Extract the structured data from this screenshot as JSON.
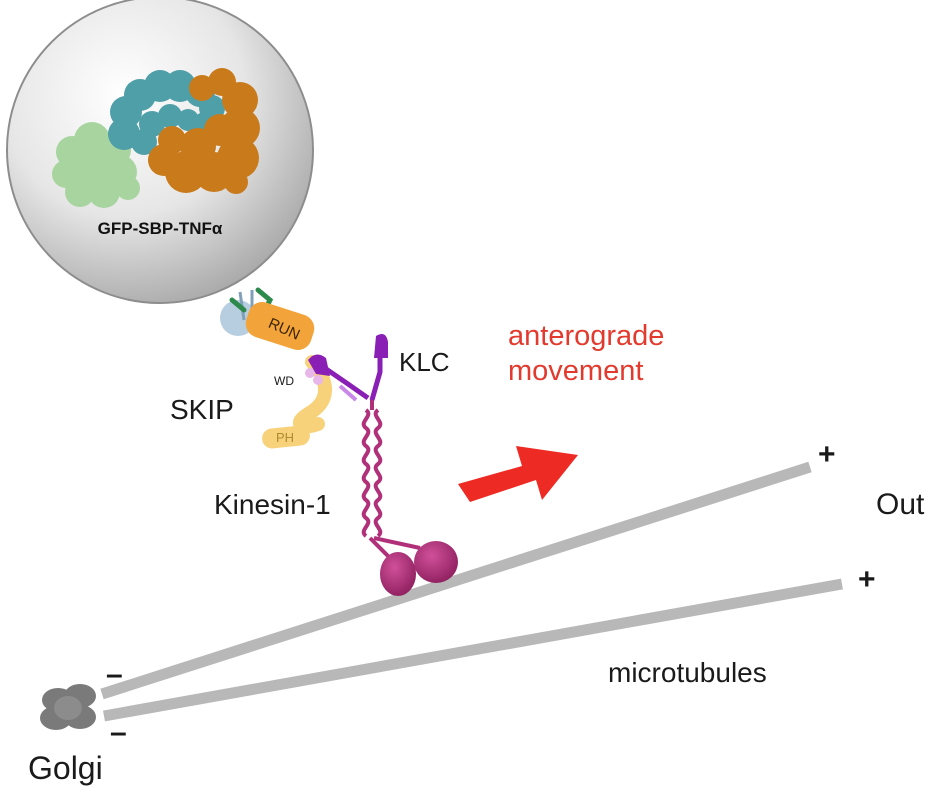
{
  "labels": {
    "cargo": "GFP-SBP-TNFα",
    "run_domain": "RUN",
    "wd_domain": "WD",
    "ph_domain": "PH",
    "skip": "SKIP",
    "klc": "KLC",
    "kinesin": "Kinesin-1",
    "movement": "anterograde\nmovement",
    "out": "Out",
    "microtubules": "microtubules",
    "golgi": "Golgi",
    "plus_end_1": "+",
    "plus_end_2": "+",
    "minus_end_1": "–",
    "minus_end_2": "–"
  },
  "colors": {
    "vesicle": "#dcdcdc",
    "gfp": "#a8d4a0",
    "sbp": "#4f9fa8",
    "tnf": "#c97a1a",
    "run": "#f2a43a",
    "skip_tail": "#f8d27a",
    "kinesin": "#b0307a",
    "klc": "#8a1fb5",
    "microtubule": "#b8b8b8",
    "arrow": "#ee2a24",
    "movement_text": "#e33a2e",
    "golgi": "#7a7a7a"
  }
}
